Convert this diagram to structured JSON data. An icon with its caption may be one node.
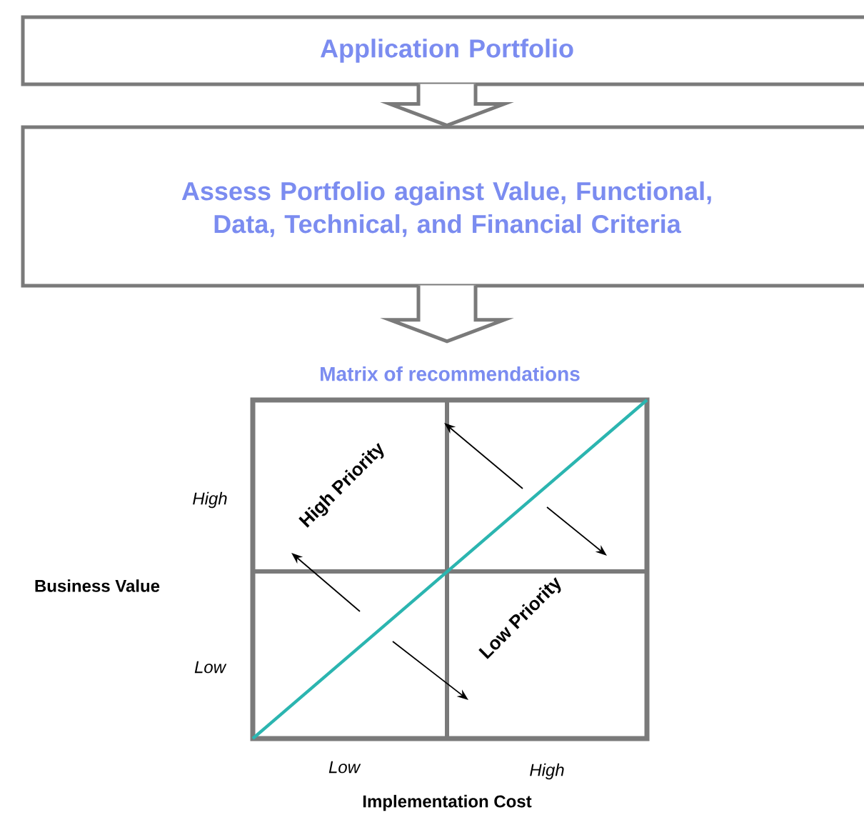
{
  "diagram": {
    "nodes": [
      {
        "text": [
          "Application Portfolio"
        ]
      },
      {
        "text": [
          "Assess Portfolio against Value, Functional, Data, Technical, and Financial Criteria"
        ]
      },
      {
        "text": [
          "Matrix of recommendations"
        ]
      }
    ],
    "edges": [
      {
        "from": 0,
        "to": 1,
        "arrow": "to"
      },
      {
        "from": 1,
        "to": 2,
        "arrow": "to"
      }
    ],
    "labels": [
      "High Priority",
      "Low Priority",
      "High",
      "Business Value",
      "Low",
      "Low",
      "High",
      "Implementation Cost"
    ]
  }
}
